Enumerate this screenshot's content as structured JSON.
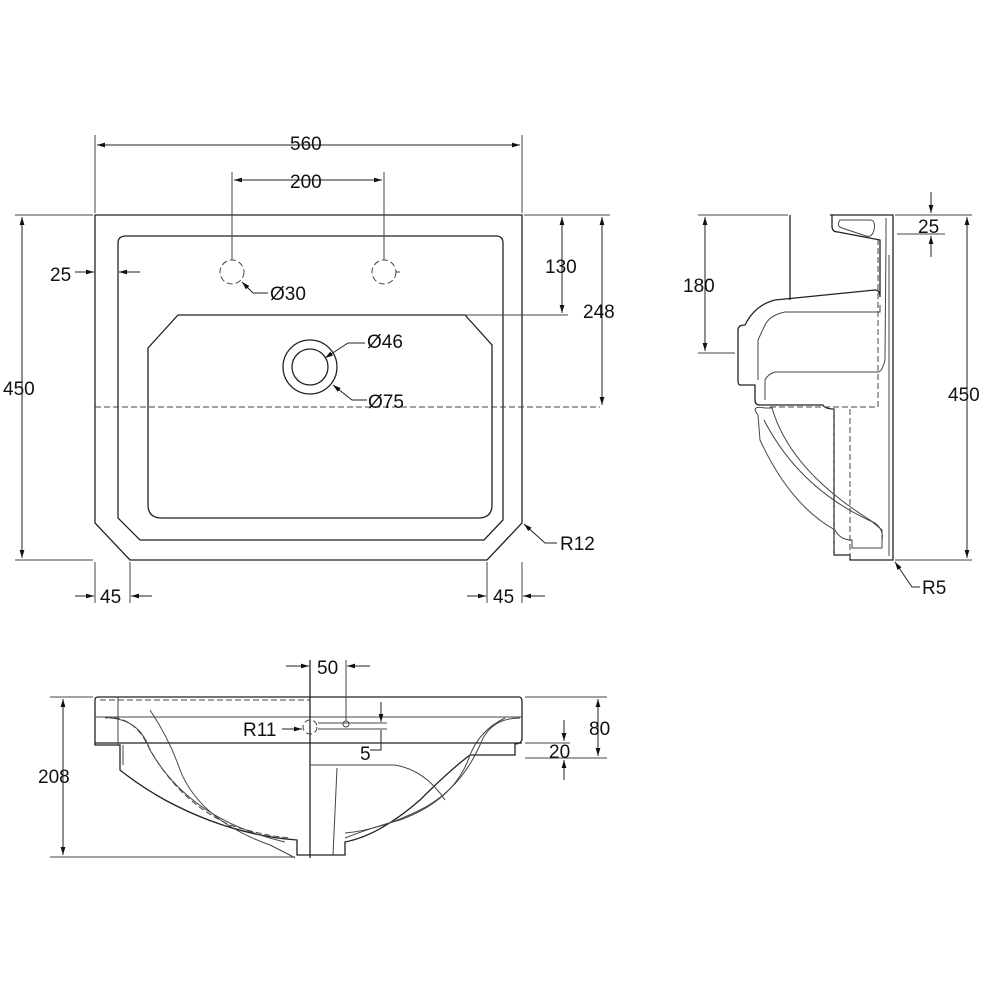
{
  "drawing": {
    "plan_view": {
      "width": "560",
      "tap_spacing": "200",
      "rim_offset": "25",
      "tap_hole_from_back": "130",
      "waste_from_back": "248",
      "depth": "450",
      "tap_hole_diameter": "Ø30",
      "waste_diameter": "Ø46",
      "waste_outer_diameter": "Ø75",
      "corner_radius": "R12",
      "chamfer_left": "45",
      "chamfer_right": "45"
    },
    "side_view": {
      "waste_height": "180",
      "top_rim": "25",
      "depth": "450",
      "corner_radius": "R5"
    },
    "front_view": {
      "overflow_offset": "50",
      "overflow_radius": "R11",
      "overflow_gap": "5",
      "rim_height": "80",
      "step_height": "20",
      "total_height": "208"
    }
  }
}
